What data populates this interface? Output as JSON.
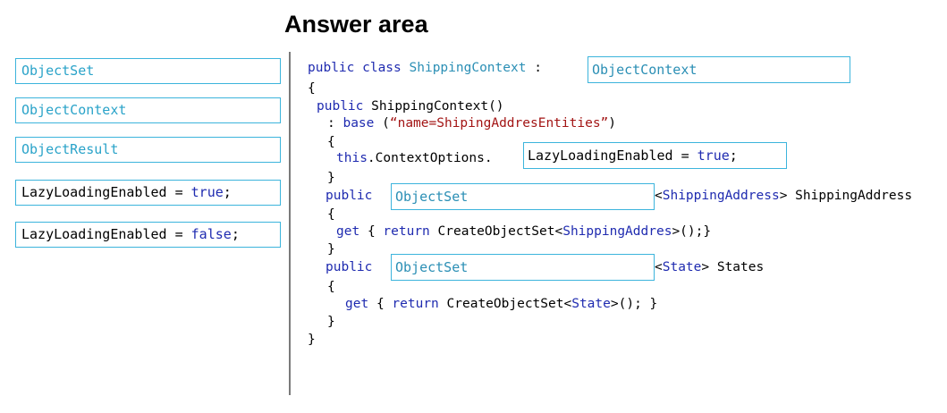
{
  "title": "Answer area",
  "sources": [
    {
      "text": "ObjectSet"
    },
    {
      "text": "ObjectContext"
    },
    {
      "text": "ObjectResult"
    },
    {
      "prefix": "LazyLoadingEnabled = ",
      "value": "true",
      "suffix": ";"
    },
    {
      "prefix": "LazyLoadingEnabled = ",
      "value": "false",
      "suffix": ";"
    }
  ],
  "code": {
    "l1_kw": "public class",
    "l1_type": "ShippingContext",
    "l1_colon": ":",
    "target1": "ObjectContext",
    "l2": "{",
    "l3_kw": "public",
    "l3_rest": "ShippingContext()",
    "l4_colon": ":",
    "l4_kw": "base",
    "l4_open": "(",
    "l4_str": "“name=ShipingAddresEntities”",
    "l4_close": ")",
    "l5": "{",
    "l6_kw": "this",
    "l6_rest": ".ContextOptions.",
    "target2_prefix": "LazyLoadingEnabled = ",
    "target2_value": "true",
    "target2_suffix": ";",
    "l7": "}",
    "l8_kw": "public",
    "target3": "ObjectSet",
    "l8_lt": "<",
    "l8_type": "ShippingAddress",
    "l8_rest": "> ShippingAddress",
    "l9": "{",
    "l10_kw1": "get",
    "l10_open": "{",
    "l10_kw2": "return",
    "l10_call": "CreateObjectSet<",
    "l10_type": "ShippingAddres",
    "l10_end": ">();}",
    "l11": "}",
    "l12_kw": "public",
    "target4": "ObjectSet",
    "l12_lt": "<",
    "l12_type": "State",
    "l12_rest": "> States",
    "l13": "{",
    "l14_kw1": "get",
    "l14_open": "{",
    "l14_kw2": "return",
    "l14_call": "CreateObjectSet<",
    "l14_type": "State",
    "l14_end": ">(); }",
    "l15": "}",
    "l16": "}"
  }
}
